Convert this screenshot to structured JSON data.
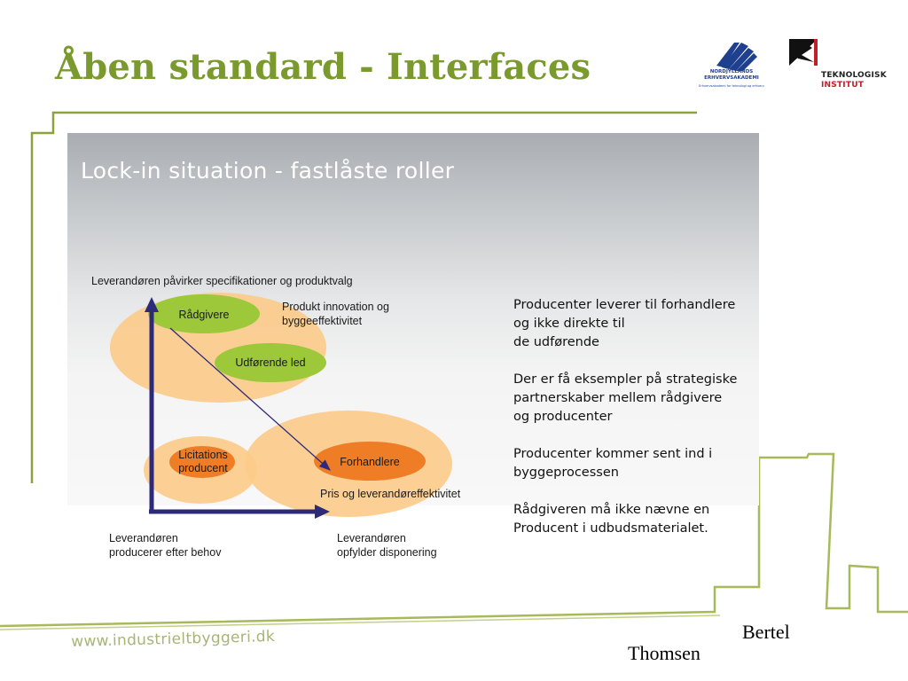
{
  "header": {
    "title": "Åben standard - Interfaces",
    "logo_left_text": "NORDJYLLANDS ERHVERVSAKADEMI",
    "logo_left_sub": "Erhvervsakademi for teknologi og erhverv",
    "logo_right_line1": "TEKNOLOGISK",
    "logo_right_line2": "INSTITUT"
  },
  "slide": {
    "title": "Lock-in situation - fastlåste roller"
  },
  "diagram": {
    "top_label": "Leverandøren påvirker specifikationer og produktvalg",
    "ellipse_radgivere": "Rådgivere",
    "ellipse_udforende": "Udførende led",
    "ellipse_licitations_line1": "Licitations",
    "ellipse_licitations_line2": "producent",
    "ellipse_forhandlere": "Forhandlere",
    "annotation_line1": "Produkt innovation og",
    "annotation_line2": "byggeeffektivitet",
    "annotation_pris": "Pris og leverandøreffektivitet",
    "bottom_left_line1": "Leverandøren",
    "bottom_left_line2": "producerer efter behov",
    "bottom_right_line1": "Leverandøren",
    "bottom_right_line2": "opfylder disponering",
    "colors": {
      "big_ellipse": "#fccb8a",
      "green": "#9cc83a",
      "orange": "#ee7d26",
      "axis": "#2e2a7a"
    }
  },
  "bullets": [
    "Producenter leverer til forhandlere\nog ikke direkte til\nde udførende",
    "Der er få eksempler på strategiske\npartnerskaber mellem rådgivere\nog producenter",
    "Producenter kommer sent ind i\nbyggeprocessen",
    "Rådgiveren må ikke nævne en\nProducent i udbudsmaterialet."
  ],
  "footer": {
    "url": "www.industrieltbyggeri.dk",
    "author_first": "Bertel",
    "author_last": "Thomsen"
  }
}
